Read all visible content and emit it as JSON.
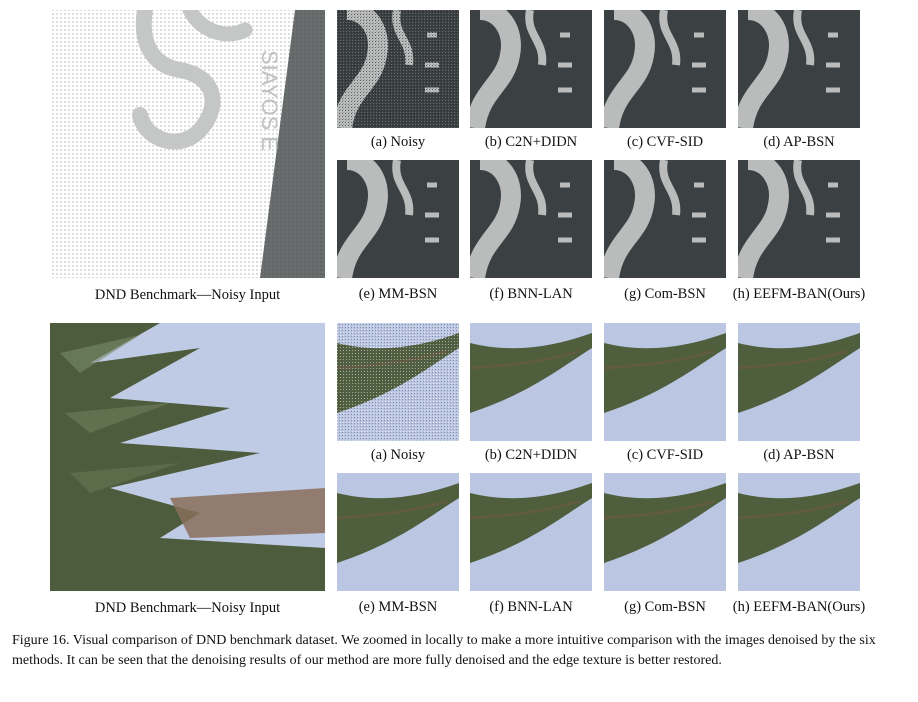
{
  "figure": {
    "rows": [
      {
        "input_label": "DND Benchmark—Noisy Input",
        "logo_text": "SIAYOS E",
        "panels": [
          {
            "label": "(a) Noisy",
            "noise": "high"
          },
          {
            "label": "(b) C2N+DIDN",
            "noise": "low"
          },
          {
            "label": "(c) CVF-SID",
            "noise": "low"
          },
          {
            "label": "(d) AP-BSN",
            "noise": "low"
          },
          {
            "label": "(e) MM-BSN",
            "noise": "low"
          },
          {
            "label": "(f) BNN-LAN",
            "noise": "low"
          },
          {
            "label": "(g) Com-BSN",
            "noise": "low"
          },
          {
            "label": "(h) EEFM-BAN(Ours)",
            "noise": "none"
          }
        ]
      },
      {
        "input_label": "DND Benchmark—Noisy Input",
        "panels": [
          {
            "label": "(a) Noisy",
            "noise": "high"
          },
          {
            "label": "(b) C2N+DIDN",
            "noise": "low"
          },
          {
            "label": "(c) CVF-SID",
            "noise": "low"
          },
          {
            "label": "(d) AP-BSN",
            "noise": "low"
          },
          {
            "label": "(e) MM-BSN",
            "noise": "low"
          },
          {
            "label": "(f) BNN-LAN",
            "noise": "low"
          },
          {
            "label": "(g) Com-BSN",
            "noise": "low"
          },
          {
            "label": "(h) EEFM-BAN(Ours)",
            "noise": "none"
          }
        ]
      }
    ],
    "caption": "Figure 16. Visual comparison of DND benchmark dataset. We zoomed in locally to make a more intuitive comparison with the images denoised by the six methods. It can be seen that the denoising results of our method are more fully denoised and the edge texture is better restored.",
    "colors": {
      "camera_body": "#3d4244",
      "logo": "#c9cbca",
      "sky": "#bcc8e4",
      "leaf": "#4a5a3a"
    }
  }
}
